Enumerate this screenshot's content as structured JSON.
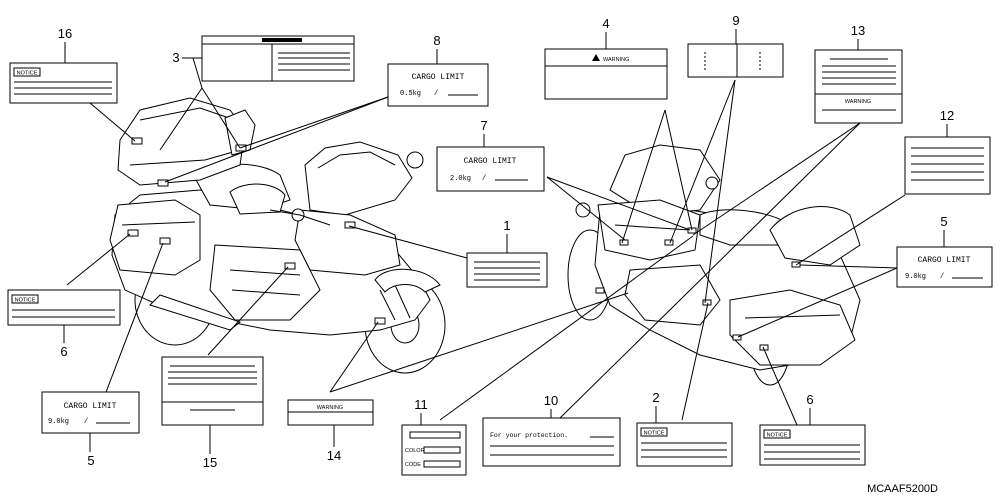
{
  "diagram_code": "MCAAF5200D",
  "callouts": {
    "n1": "1",
    "n2": "2",
    "n3": "3",
    "n4": "4",
    "n5a": "5",
    "n5b": "5",
    "n6a": "6",
    "n6b": "6",
    "n7": "7",
    "n8": "8",
    "n9": "9",
    "n10": "10",
    "n11": "11",
    "n12": "12",
    "n13": "13",
    "n14": "14",
    "n15": "15",
    "n16": "16"
  },
  "labels": {
    "notice": "NOTICE",
    "warning": "WARNING",
    "cargo_limit": "CARGO LIMIT",
    "cargo_8": "0.5kg",
    "cargo_7": "2.0kg",
    "cargo_5a": "9.0kg",
    "cargo_5b": "9.0kg",
    "protection": "For your protection.",
    "color": "COLOR",
    "code": "CODE"
  }
}
